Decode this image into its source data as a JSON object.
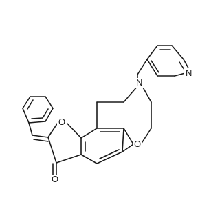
{
  "molecule": {
    "atoms": {
      "oxygen_furan": "O",
      "oxygen_oxazine": "O",
      "oxygen_carbonyl": "O",
      "nitrogen_oxazine": "N",
      "nitrogen_pyridine": "N"
    },
    "colors": {
      "bond": "#1a1a1a",
      "label": "#1a1a1a",
      "background": "#ffffff"
    }
  }
}
